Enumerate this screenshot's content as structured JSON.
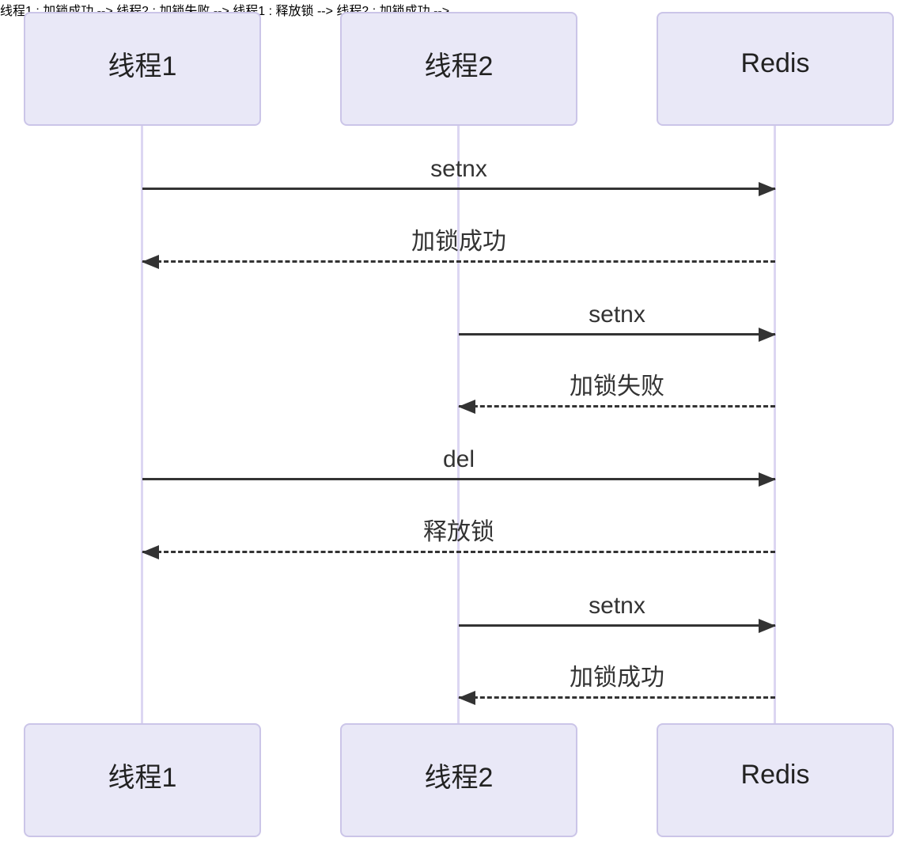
{
  "diagram": {
    "kind": "sequence-diagram",
    "topic": "Redis setnx distributed lock",
    "colors": {
      "background": "#ffffff",
      "actor_fill": "#e9e8f7",
      "actor_border": "#cbc5e8",
      "lifeline": "#dcd6f2",
      "arrow": "#333333",
      "text": "#222222"
    },
    "participants": [
      {
        "id": "thread1",
        "label": "线程1"
      },
      {
        "id": "thread2",
        "label": "线程2"
      },
      {
        "id": "redis",
        "label": "Redis"
      }
    ],
    "messages": [
      {
        "from": "线程1",
        "to": "Redis",
        "label": "setnx",
        "line": "solid",
        "direction": "right"
      },
      {
        "from": "Redis",
        "to": "线程1",
        "label": "加锁成功",
        "line": "dashed",
        "direction": "left"
      },
      {
        "from": "线程2",
        "to": "Redis",
        "label": "setnx",
        "line": "solid",
        "direction": "right"
      },
      {
        "from": "Redis",
        "to": "线程2",
        "label": "加锁失败",
        "line": "dashed",
        "direction": "left"
      },
      {
        "from": "线程1",
        "to": "Redis",
        "label": "del",
        "line": "solid",
        "direction": "right"
      },
      {
        "from": "Redis",
        "to": "线程1",
        "label": "释放锁",
        "line": "dashed",
        "direction": "left"
      },
      {
        "from": "线程2",
        "to": "Redis",
        "label": "setnx",
        "line": "solid",
        "direction": "right"
      },
      {
        "from": "Redis",
        "to": "线程2",
        "label": "加锁成功",
        "line": "dashed",
        "direction": "left"
      }
    ]
  }
}
